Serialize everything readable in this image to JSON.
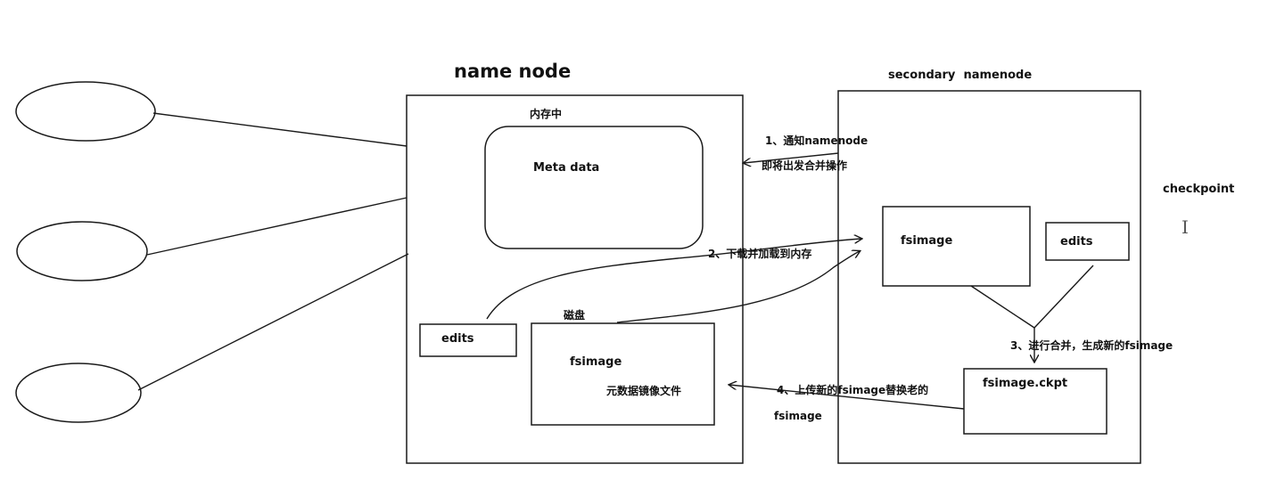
{
  "name_node": {
    "title": "name node",
    "memory_label": "内存中",
    "meta_data_label": "Meta data",
    "disk_label": "磁盘",
    "edits_label": "edits",
    "fsimage_label": "fsimage",
    "fsimage_desc": "元数据镜像文件"
  },
  "secondary": {
    "title": "secondary  namenode",
    "fsimage_label": "fsimage",
    "edits_label": "edits",
    "ckpt_label": "fsimage.ckpt"
  },
  "checkpoint_label": "checkpoint",
  "steps": {
    "step1_line1": "1、通知namenode",
    "step1_line2": "即将出发合并操作",
    "step2": "2、下载并加载到内存",
    "step3": "3、进行合并，生成新的fsimage",
    "step4_line1": "4、上传新的fsimage替换老的",
    "step4_line2": "fsimage"
  },
  "colors": {
    "line": "#1a1a1a",
    "background": "#ffffff"
  }
}
